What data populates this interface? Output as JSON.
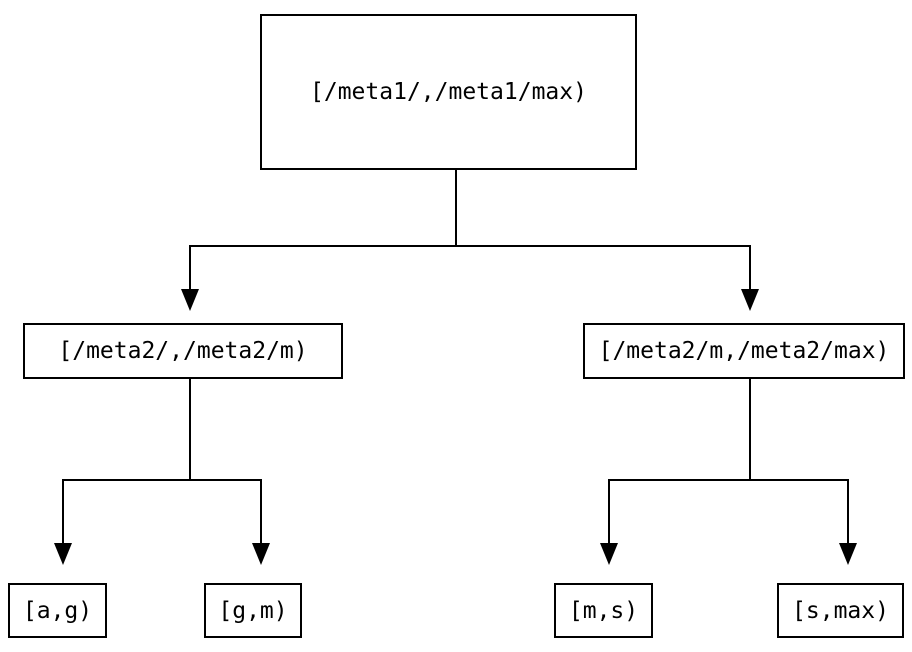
{
  "diagram": {
    "type": "tree",
    "nodes": {
      "root": {
        "label": "[/meta1/,/meta1/max)"
      },
      "meta2_left": {
        "label": "[/meta2/,/meta2/m)"
      },
      "meta2_right": {
        "label": "[/meta2/m,/meta2/max)"
      },
      "leaf_a_g": {
        "label": "[a,g)"
      },
      "leaf_g_m": {
        "label": "[g,m)"
      },
      "leaf_m_s": {
        "label": "[m,s)"
      },
      "leaf_s_max": {
        "label": "[s,max)"
      }
    },
    "edges": [
      {
        "from": "root",
        "to": "meta2_left"
      },
      {
        "from": "root",
        "to": "meta2_right"
      },
      {
        "from": "meta2_left",
        "to": "leaf_a_g"
      },
      {
        "from": "meta2_left",
        "to": "leaf_g_m"
      },
      {
        "from": "meta2_right",
        "to": "leaf_m_s"
      },
      {
        "from": "meta2_right",
        "to": "leaf_s_max"
      }
    ],
    "colors": {
      "line": "#000000",
      "text": "#000000",
      "background": "#ffffff"
    }
  }
}
